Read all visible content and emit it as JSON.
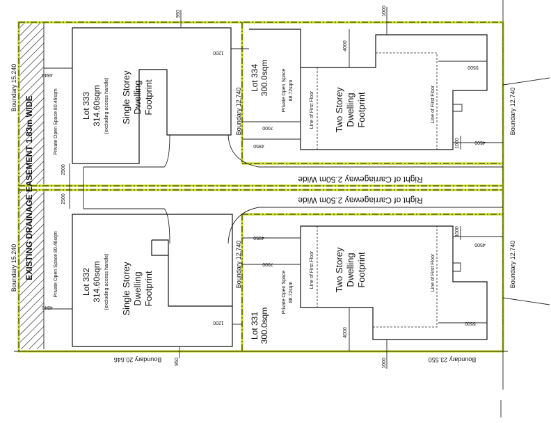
{
  "lots": {
    "lot333": {
      "title": "Lot 333",
      "area": "314.60sqm",
      "note": "(excluding access handle)",
      "footprint_1": "Single Storey",
      "footprint_2": "Dwelling",
      "footprint_3": "Footprint",
      "open_space": "Private Open Space 80.46sqm"
    },
    "lot332": {
      "title": "Lot 332",
      "area": "314.60sqm",
      "note": "(excluding access handle)",
      "footprint_1": "Single Storey",
      "footprint_2": "Dwelling",
      "footprint_3": "Footprint",
      "open_space": "Private Open Space 80.46sqm"
    },
    "lot334": {
      "title": "Lot 334",
      "area": "300.0sqm",
      "footprint_1": "Two Storey",
      "footprint_2": "Dwelling",
      "footprint_3": "Footprint",
      "open_space_1": "Private Open Space",
      "open_space_2": "88.72sqm",
      "first_floor": "Line of First Floor"
    },
    "lot331": {
      "title": "Lot 331",
      "area": "300.0sqm",
      "footprint_1": "Two Storey",
      "footprint_2": "Dwelling",
      "footprint_3": "Footprint",
      "open_space_1": "Private Open Space",
      "open_space_2": "88.72sqm",
      "first_floor": "Line of First Floor"
    }
  },
  "labels": {
    "easement": "EXISTING DRAINAGE EASEMENT 1.83m WIDE",
    "row_top": "Right of Carriageway 2.50m Wide",
    "row_bottom": "Right of Carriageway 2.50m Wide",
    "b_left_top": "Boundary 15.240",
    "b_left_bottom": "Boundary 15.240",
    "b_mid_top": "Boundary 12.740",
    "b_mid_bottom": "Boundary 12.740",
    "b_right_top": "Boundary 12.740",
    "b_right_bottom": "Boundary 12.740",
    "b_bottom_left": "Boundary 20.646",
    "b_bottom_right": "Boundary 23.550"
  },
  "dims": {
    "d950_top": "950",
    "d950_bot": "950",
    "d1000_top": "1000",
    "d1000_bot": "1000",
    "d4840_top": "4840",
    "d4840_bot": "4840",
    "d1200_top": "1200",
    "d1200_bot": "1200",
    "d2500_a": "2500",
    "d2500_b": "2500",
    "d4000_top": "4000",
    "d4000_bot": "4000",
    "d5500_top": "5500",
    "d5500_bot": "5500",
    "d7000_top": "7000",
    "d7000_bot": "7000",
    "d4950_top": "4950",
    "d4950_bot": "4950",
    "d4500_top": "4500",
    "d4500_bot": "4500",
    "d1000r_top": "1000",
    "d1000r_bot": "1000"
  }
}
